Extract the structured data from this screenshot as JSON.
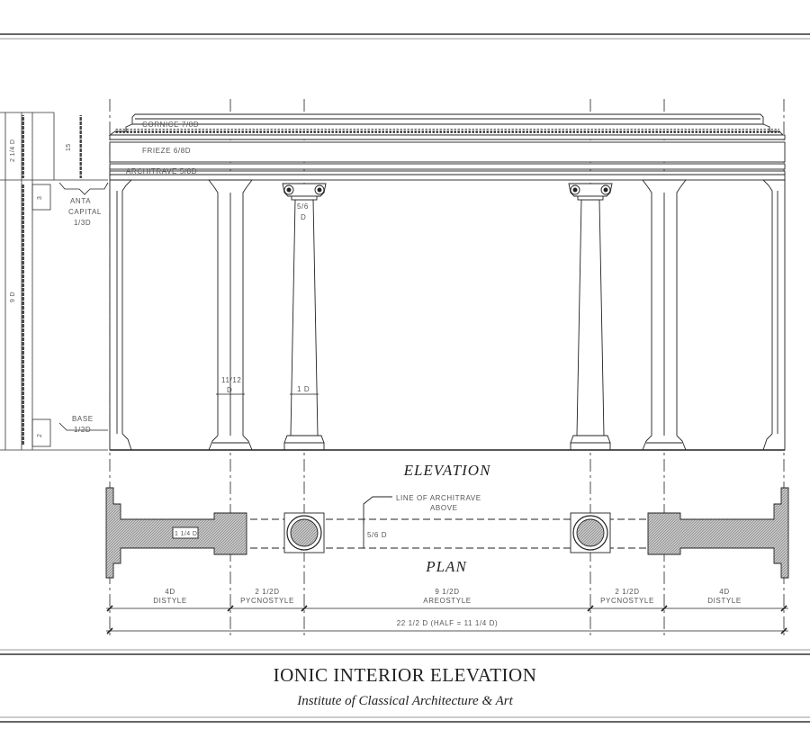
{
  "elevation_labels": {
    "cornice": "CORNICE 7/8D",
    "frieze": "FRIEZE 6/8D",
    "architrave": "ARCHITRAVE 5/8D",
    "anta_capital": [
      "ANTA",
      "CAPITAL",
      "1/3D"
    ],
    "base": [
      "BASE",
      "1/2D"
    ],
    "column_top": [
      "5/6",
      "D"
    ],
    "column_diam": "1 D",
    "anta_width": [
      "11/12",
      "D"
    ],
    "ent_height": "2 1/4 D",
    "ent_cells": "15",
    "capital_cells": "3",
    "order_height": "9 D",
    "base_cells": "2"
  },
  "headings": {
    "elevation": "ELEVATION",
    "plan": "PLAN"
  },
  "plan_labels": {
    "architrave_note": [
      "LINE OF ARCHITRAVE",
      "ABOVE"
    ],
    "architrave_depth": "5/6 D",
    "wall_dim": "1 1/4 D"
  },
  "spacing": [
    {
      "value": "4D",
      "name": "DISTYLE"
    },
    {
      "value": "2 1/2D",
      "name": "PYCNOSTYLE"
    },
    {
      "value": "9 1/2D",
      "name": "AREOSTYLE"
    },
    {
      "value": "2 1/2D",
      "name": "PYCNOSTYLE"
    },
    {
      "value": "4D",
      "name": "DISTYLE"
    }
  ],
  "overall": "22 1/2 D (HALF = 11 1/4 D)",
  "title": "IONIC INTERIOR ELEVATION",
  "institute": "Institute of Classical Architecture & Art"
}
